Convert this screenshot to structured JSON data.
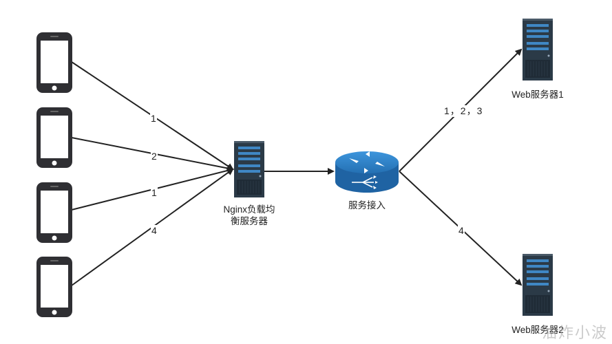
{
  "nodes": {
    "nginx_label_line1": "Nginx负载均",
    "nginx_label_line2": "衡服务器",
    "access_label": "服务接入",
    "web1_label": "Web服务器1",
    "web2_label": "Web服务器2"
  },
  "edges": {
    "phone1": "1",
    "phone2": "2",
    "phone3": "1",
    "phone4": "4",
    "to_web1": "1，2，3",
    "to_web2": "4"
  },
  "watermark": "油炸小波",
  "colors": {
    "server_dark": "#2b3a47",
    "server_slot": "#3f87c4",
    "router_blue": "#2f7cc2",
    "line": "#222222"
  }
}
